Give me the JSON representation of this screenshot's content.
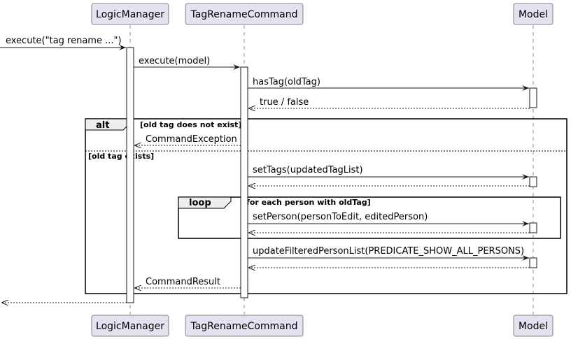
{
  "participants": {
    "logic_manager": "LogicManager",
    "tag_rename_command": "TagRenameCommand",
    "model": "Model"
  },
  "messages": {
    "execute_cmd": "execute(\"tag rename ...\")",
    "execute_model": "execute(model)",
    "has_tag": "hasTag(oldTag)",
    "true_false": "true / false",
    "command_exception": "CommandException",
    "set_tags": "setTags(updatedTagList)",
    "set_person": "setPerson(personToEdit, editedPerson)",
    "update_filtered": "updateFilteredPersonList(PREDICATE_SHOW_ALL_PERSONS)",
    "command_result": "CommandResult"
  },
  "frames": {
    "alt": {
      "keyword": "alt",
      "guard_1": "[old tag does not exist]",
      "guard_2": "[old tag exists]"
    },
    "loop": {
      "keyword": "loop",
      "guard": "[for each person with oldTag]"
    }
  },
  "colors": {
    "participant_fill": "#E2E2F0",
    "line": "#181818",
    "tab_fill": "#EEEEEE"
  }
}
